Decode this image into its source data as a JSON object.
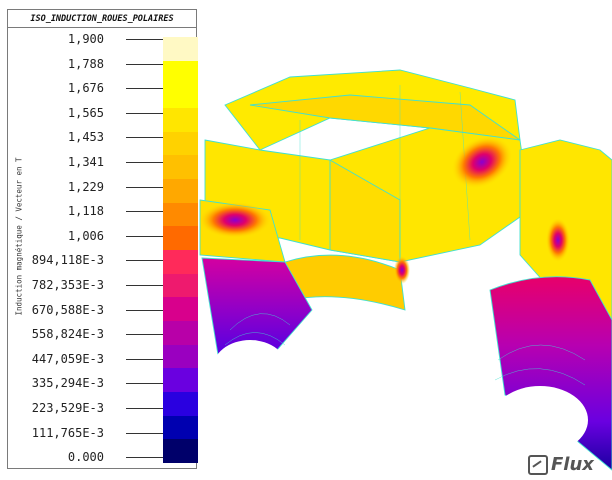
{
  "legend": {
    "title": "ISO_INDUCTION_ROUES_POLAIRES",
    "axis_label": "Induction magnétique / Vecteur en T",
    "tick_labels": [
      "1,900",
      "1,788",
      "1,676",
      "1,565",
      "1,453",
      "1,341",
      "1,229",
      "1,118",
      "1,006",
      "894,118E-3",
      "782,353E-3",
      "670,588E-3",
      "558,824E-3",
      "447,059E-3",
      "335,294E-3",
      "223,529E-3",
      "111,765E-3",
      "0.000"
    ],
    "colors": [
      "#fff9c4",
      "#ffff00",
      "#ffff00",
      "#ffe600",
      "#ffd200",
      "#ffc000",
      "#ffa800",
      "#ff8a00",
      "#ff6a00",
      "#ff2a5a",
      "#ee1a6e",
      "#d8008c",
      "#b800a8",
      "#9a00c0",
      "#6a00e0",
      "#2a00e0",
      "#0000b0",
      "#00006a"
    ]
  },
  "brand": {
    "logo_text": "Flux"
  }
}
